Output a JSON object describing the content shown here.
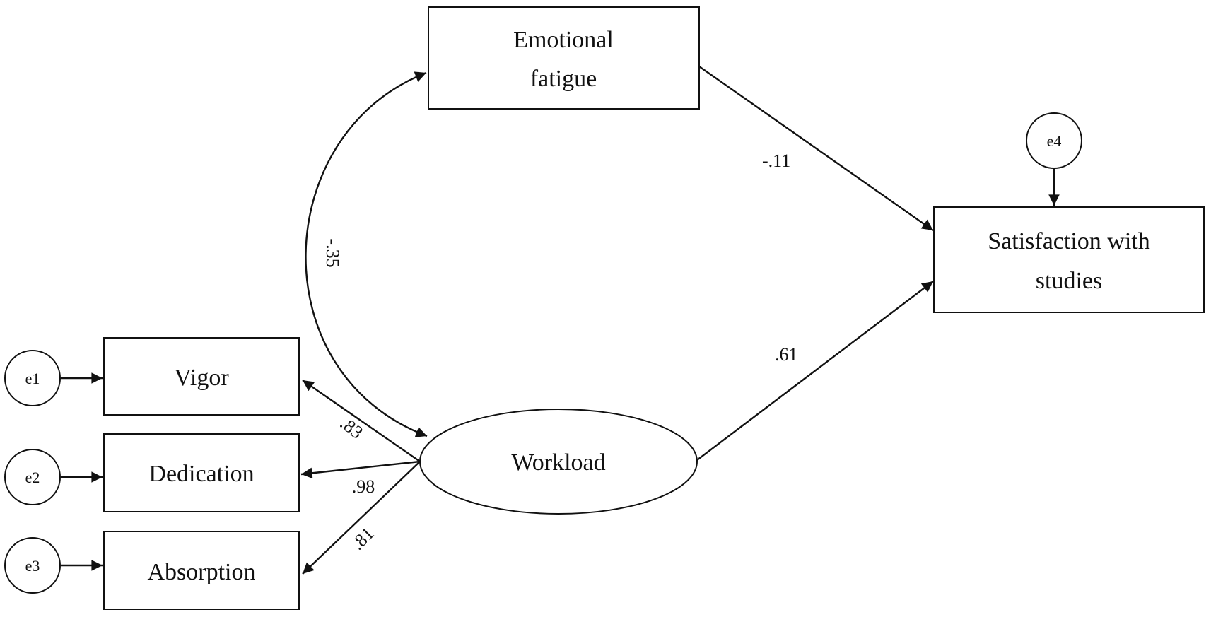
{
  "nodes": {
    "emotional_fatigue": {
      "lines": [
        "Emotional",
        "fatigue"
      ]
    },
    "satisfaction": {
      "lines": [
        "Satisfaction with",
        "studies"
      ]
    },
    "vigor": {
      "label": "Vigor"
    },
    "dedication": {
      "label": "Dedication"
    },
    "absorption": {
      "label": "Absorption"
    },
    "workload": {
      "label": "Workload"
    }
  },
  "errors": {
    "e1": "e1",
    "e2": "e2",
    "e3": "e3",
    "e4": "e4"
  },
  "paths": {
    "fatigue_to_satisfaction": "-.11",
    "workload_to_satisfaction": ".61",
    "fatigue_workload_covariance": "-.35",
    "workload_to_vigor": ".83",
    "workload_to_dedication": ".98",
    "workload_to_absorption": ".81"
  },
  "colors": {
    "stroke": "#111111",
    "background": "#ffffff"
  }
}
